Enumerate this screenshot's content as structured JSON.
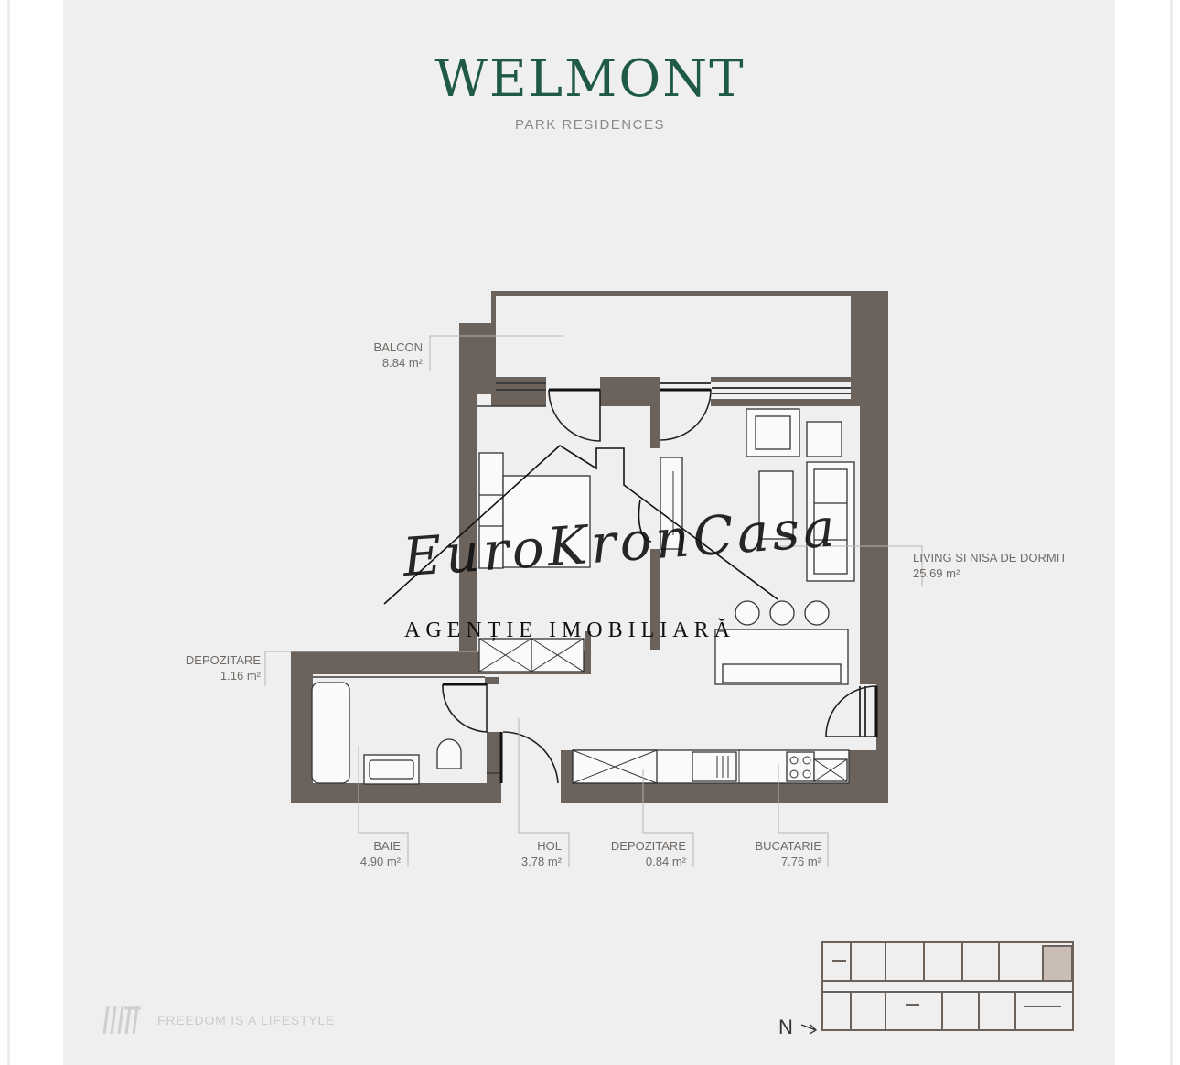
{
  "brand": {
    "title": "WELMONT",
    "subtitle": "PARK RESIDENCES"
  },
  "rooms": {
    "balcon": {
      "name": "BALCON",
      "area": "8.84 m²"
    },
    "living": {
      "name": "LIVING SI NISA DE DORMIT",
      "area": "25.69 m²"
    },
    "depozitare_1": {
      "name": "DEPOZITARE",
      "area": "1.16 m²"
    },
    "baie": {
      "name": "BAIE",
      "area": "4.90 m²"
    },
    "hol": {
      "name": "HOL",
      "area": "3.78 m²"
    },
    "depozitare_2": {
      "name": "DEPOZITARE",
      "area": "0.84 m²"
    },
    "bucatarie": {
      "name": "BUCATARIE",
      "area": "7.76 m²"
    }
  },
  "watermark": {
    "script": "EuroKronCasa",
    "subtitle": "AGENȚIE IMOBILIARĂ"
  },
  "footer": {
    "tagline": "FREEDOM IS A LIFESTYLE",
    "compass": "N"
  },
  "colors": {
    "wall": "#6b625c",
    "brand": "#1f5a48",
    "background": "#efefef"
  }
}
